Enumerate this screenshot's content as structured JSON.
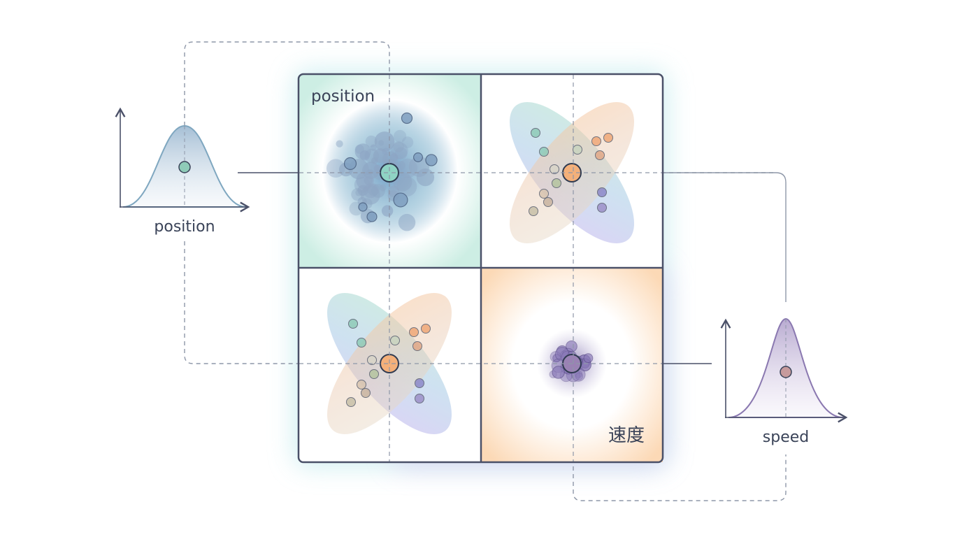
{
  "labels": {
    "left_axis": "position",
    "right_axis": "speed",
    "panel_top_left": "position",
    "panel_bottom_right": "速度"
  },
  "colors": {
    "frame": "#4a5068",
    "teal": "#8fd3c4",
    "blue": "#6f97bf",
    "orange": "#f4b07a",
    "purple": "#8a78b0",
    "green": "#a9dcc0",
    "lavender": "#c7b6ee"
  }
}
